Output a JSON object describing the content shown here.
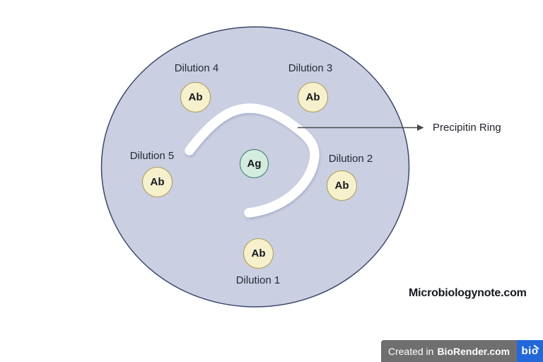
{
  "diagram": {
    "center_well": {
      "label": "Ag"
    },
    "wells": [
      {
        "label": "Ab",
        "dilution": "Dilution 1"
      },
      {
        "label": "Ab",
        "dilution": "Dilution 2"
      },
      {
        "label": "Ab",
        "dilution": "Dilution 3"
      },
      {
        "label": "Ab",
        "dilution": "Dilution 4"
      },
      {
        "label": "Ab",
        "dilution": "Dilution 5"
      }
    ],
    "annotation": {
      "label": "Precipitin Ring"
    },
    "colors": {
      "dish_fill": "#cbcfe2",
      "dish_border": "#3b4768",
      "ab_well_fill": "#f6f0cd",
      "ab_well_border": "#a89c52",
      "ag_well_fill": "#d4ecdf",
      "ag_well_border": "#2f7d6b",
      "precipitin_ring": "#ffffff",
      "arrow": "#4a4a4a"
    }
  },
  "watermark": {
    "site": "Microbiologynote.com"
  },
  "branding": {
    "prefix": "Created in",
    "brand": "BioRender.com",
    "logo_text": "bio",
    "banner_bg": "#6f6f6f",
    "logo_bg": "#2368d8"
  }
}
